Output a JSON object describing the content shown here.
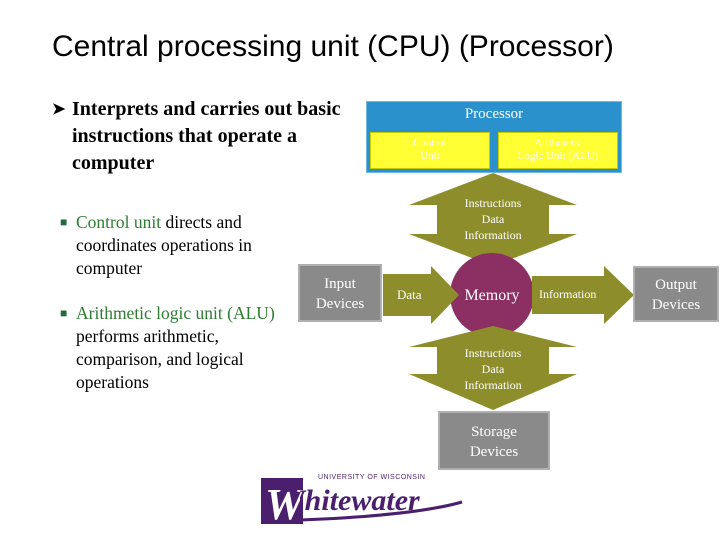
{
  "slide": {
    "title": "Central processing unit (CPU) (Processor)",
    "bullet_main": "Interprets and carries out basic instructions that operate a computer",
    "sub1_term": "Control unit",
    "sub1_rest": " directs and coordinates operations in computer",
    "sub2_term": "Arithmetic logic unit (ALU)",
    "sub2_rest": " performs arithmetic, comparison, and logical operations"
  },
  "diagram": {
    "processor_label": "Processor",
    "control_unit_line1": "Control",
    "control_unit_line2": "Unit",
    "alu_line1": "Arithmetic",
    "alu_line2": "Logic Unit (ALU)",
    "top_arrow_line1": "Instructions",
    "top_arrow_line2": "Data",
    "top_arrow_line3": "Information",
    "input_line1": "Input",
    "input_line2": "Devices",
    "data_label": "Data",
    "memory_label": "Memory",
    "information_label": "Information",
    "output_line1": "Output",
    "output_line2": "Devices",
    "bottom_arrow_line1": "Instructions",
    "bottom_arrow_line2": "Data",
    "bottom_arrow_line3": "Information",
    "storage_line1": "Storage",
    "storage_line2": "Devices"
  },
  "logo": {
    "top_text": "UNIVERSITY OF WISCONSIN",
    "main_text": "Whitewater"
  },
  "colors": {
    "processor_blue": "#2b91cc",
    "unit_yellow": "#ffff33",
    "arrow_olive": "#8d8d2c",
    "memory_purple": "#8c2f63",
    "device_gray": "#8a8a8a",
    "logo_purple": "#4b1f6e",
    "term_green": "#2e7d32"
  },
  "icons": {
    "bullet_arrow": "arrow-bullet-icon",
    "sub_bullet": "square-bullet-icon"
  }
}
